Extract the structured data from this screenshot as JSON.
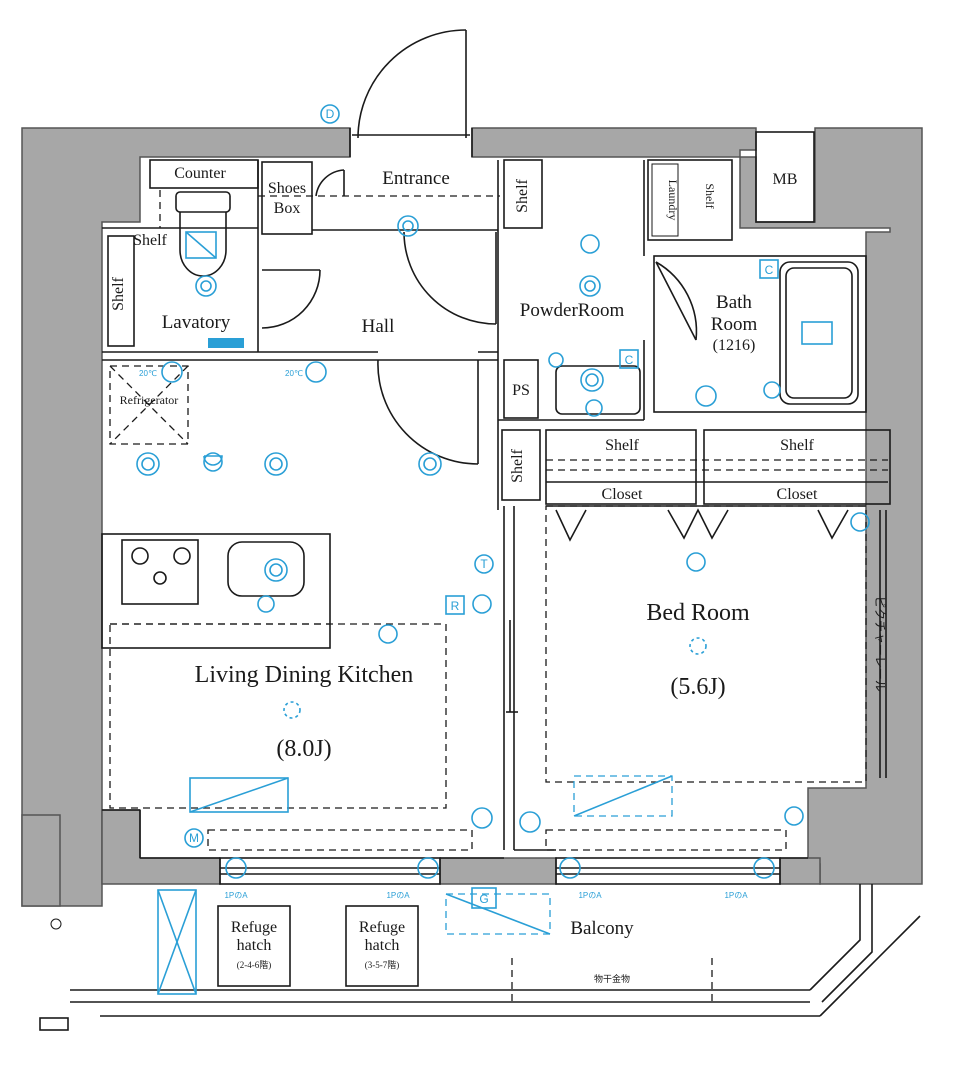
{
  "rooms": {
    "entrance": "Entrance",
    "hall": "Hall",
    "lavatory": "Lavatory",
    "counter": "Counter",
    "shoes_box_line1": "Shoes",
    "shoes_box_line2": "Box",
    "powder_room": "PowderRoom",
    "bath_room_line1": "Bath",
    "bath_room_line2": "Room",
    "bath_size": "(1216)",
    "mb": "MB",
    "ps": "PS",
    "refrigerator": "Refrigerator",
    "ldk": "Living Dining Kitchen",
    "ldk_size": "(8.0J)",
    "bed_room": "Bed Room",
    "bed_size": "(5.6J)",
    "balcony": "Balcony",
    "picture_rail": "ピクチャーレール",
    "drying_hardware": "物干金物"
  },
  "storage": {
    "shelf": "Shelf",
    "closet": "Closet",
    "laundry": "Laundry",
    "refuge_line1": "Refuge",
    "refuge_line2": "hatch",
    "refuge_a_floors": "(2-4-6階)",
    "refuge_b_floors": "(3-5-7階)"
  },
  "symbols": {
    "door_chime": "D",
    "controller": "C",
    "remote": "R",
    "phone": "T",
    "monitor": "M",
    "gas": "G",
    "outlet_label": "1PのA",
    "lavatory_light": "20℃"
  },
  "colors": {
    "wall": "#a7a7a7",
    "equipment": "#2a9fd6",
    "line": "#1a1a1a"
  }
}
